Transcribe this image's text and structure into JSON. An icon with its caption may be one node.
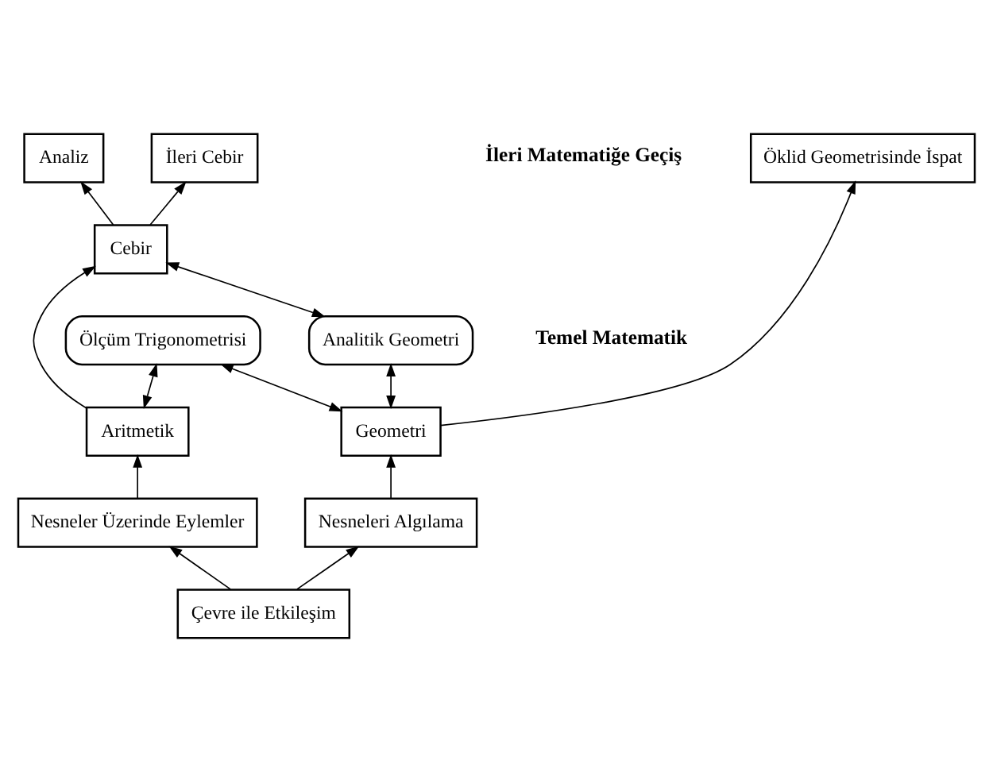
{
  "diagram": {
    "nodes": [
      {
        "text": [
          "Öklid Geometrisinde İspat"
        ]
      },
      {
        "text": [
          "Analiz"
        ]
      },
      {
        "text": [
          "İleri Cebir"
        ]
      },
      {
        "text": [
          "Geometri"
        ]
      },
      {
        "text": [
          "Analitik Geometri"
        ]
      },
      {
        "text": [
          "Cebir"
        ]
      },
      {
        "text": [
          "Ölçüm Trigonometrisi"
        ]
      },
      {
        "text": [
          "Aritmetik"
        ]
      },
      {
        "text": [
          "Nesneleri Algılama"
        ]
      },
      {
        "text": [
          "Nesneler Üzerinde Eylemler"
        ]
      },
      {
        "text": [
          "Çevre ile Etkileşim"
        ]
      }
    ],
    "edges": [
      {
        "from": 3,
        "to": 0,
        "arrow": "to"
      },
      {
        "from": 5,
        "to": 1,
        "arrow": "to"
      },
      {
        "from": 5,
        "to": 2,
        "arrow": "to"
      },
      {
        "from": 3,
        "to": 4,
        "arrow": "both"
      },
      {
        "from": 3,
        "to": 6,
        "arrow": "both"
      },
      {
        "from": 4,
        "to": 5,
        "arrow": "both"
      },
      {
        "from": 6,
        "to": 7,
        "arrow": "both"
      },
      {
        "from": 7,
        "to": 5,
        "arrow": "to"
      },
      {
        "from": 9,
        "to": 7,
        "arrow": "to"
      },
      {
        "from": 8,
        "to": 3,
        "arrow": "to"
      },
      {
        "from": 10,
        "to": 8,
        "arrow": "to"
      },
      {
        "from": 10,
        "to": 9,
        "arrow": "to"
      }
    ],
    "labels": [
      "İleri Matematiğe Geçiş",
      "Temel Matematik"
    ]
  }
}
